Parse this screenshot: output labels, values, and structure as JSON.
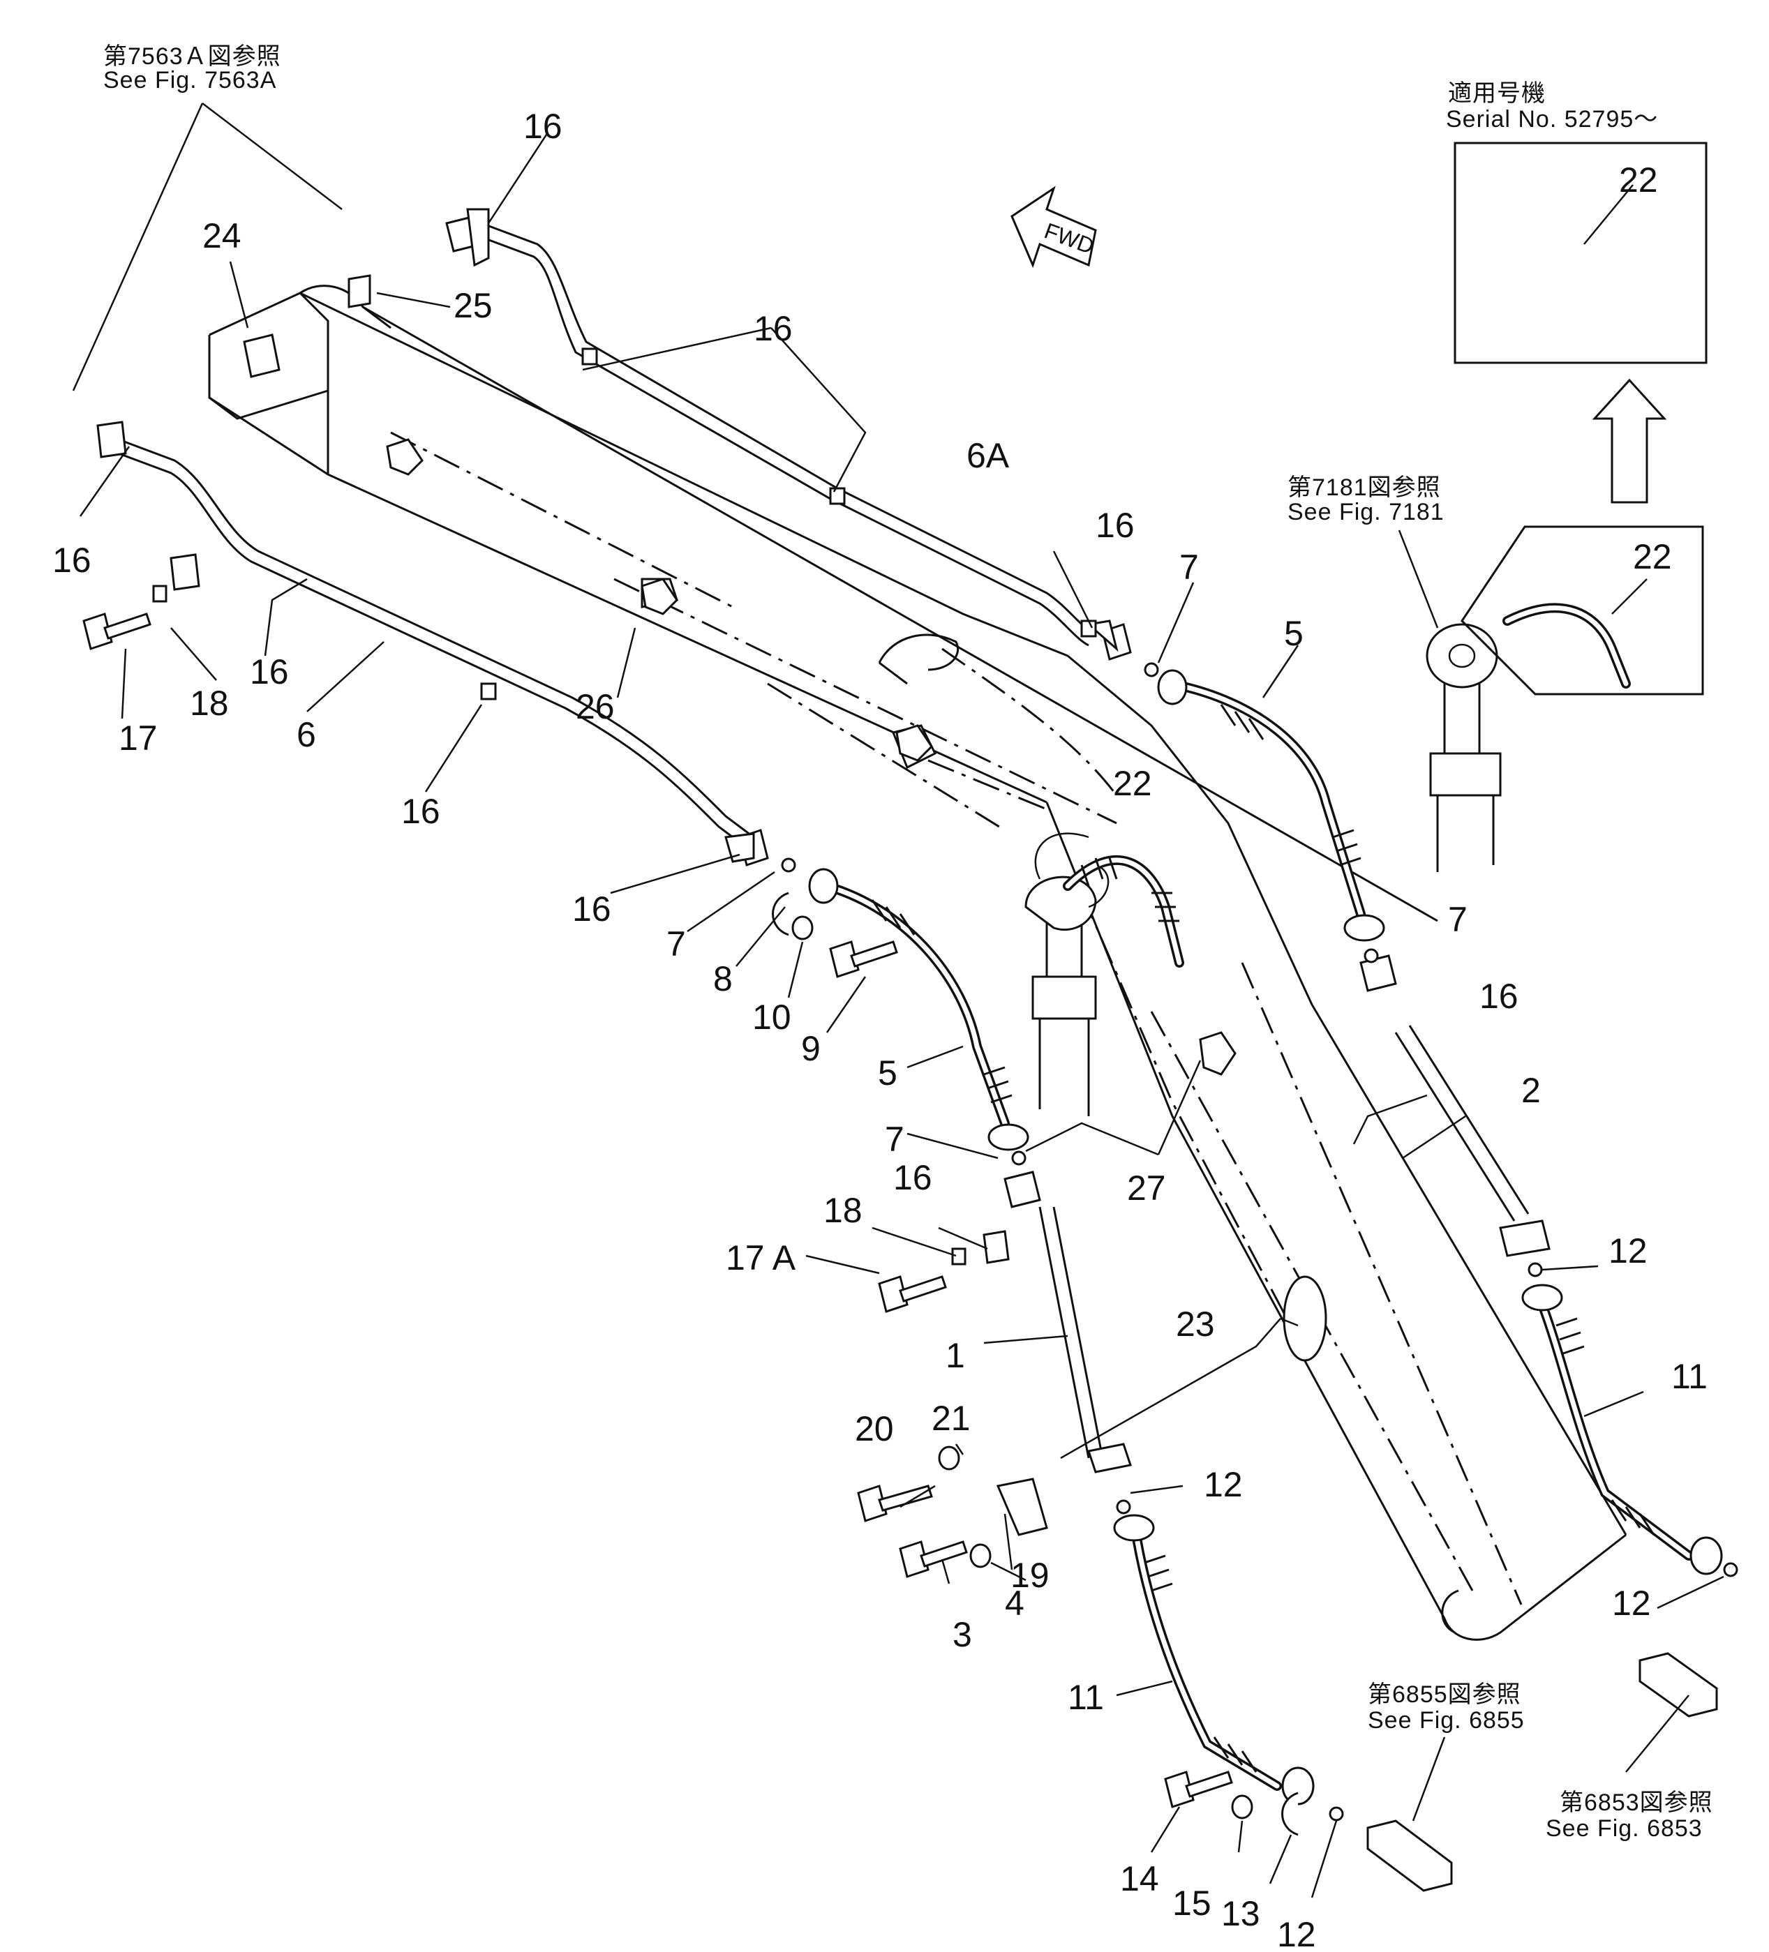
{
  "diagram": {
    "callouts": {
      "p1": "1",
      "p2": "2",
      "p3": "3",
      "p4": "4",
      "p5a": "5",
      "p5b": "5",
      "p6": "6",
      "p6a": "6A",
      "p7a": "7",
      "p7b": "7",
      "p7c": "7",
      "p7d": "7",
      "p8": "8",
      "p9": "9",
      "p10": "10",
      "p11a": "11",
      "p11b": "11",
      "p12a": "12",
      "p12b": "12",
      "p12c": "12",
      "p12d": "12",
      "p13": "13",
      "p14": "14",
      "p15": "15",
      "p16a": "16",
      "p16b": "16",
      "p16c": "16",
      "p16d": "16",
      "p16e": "16",
      "p16f": "16",
      "p16g": "16",
      "p16h": "16",
      "p16i": "16",
      "p17": "17",
      "p17a": "17 A",
      "p18a": "18",
      "p18b": "18",
      "p19": "19",
      "p20": "20",
      "p21": "21",
      "p22a": "22",
      "p22b": "22",
      "p22c": "22",
      "p23": "23",
      "p24": "24",
      "p25": "25",
      "p26": "26",
      "p27": "27"
    },
    "references": {
      "fig7563a_jp": "第7563Ａ図参照",
      "fig7563a_en": "See  Fig.  7563A",
      "fig7181_jp": "第7181図参照",
      "fig7181_en": "See  Fig.  7181",
      "fig6855_jp": "第6855図参照",
      "fig6855_en": "See  Fig.  6855",
      "fig6853_jp": "第6853図参照",
      "fig6853_en": "See  Fig.  6853",
      "serial_jp": "適用号機",
      "serial_en": "Serial  No.  52795～"
    },
    "fwd_label": "FWD"
  }
}
